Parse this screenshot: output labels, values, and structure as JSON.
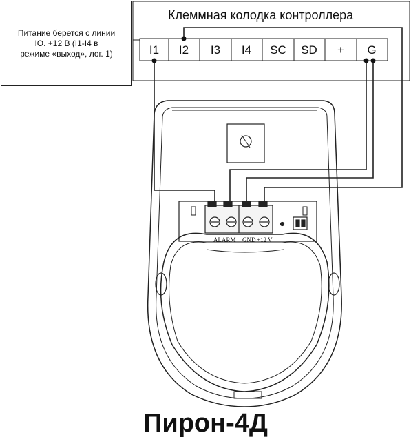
{
  "note": {
    "line1": "Питание берется с линии",
    "line2": "IO. +12 В (I1-I4 в",
    "line3": "режиме «выход», лог. 1)"
  },
  "terminal_block": {
    "title": "Клеммная колодка контроллера",
    "terminals": [
      "I1",
      "I2",
      "I3",
      "I4",
      "SC",
      "SD",
      "+",
      "G"
    ]
  },
  "device": {
    "labels": {
      "alarm": "ALARM",
      "gnd": "GND",
      "v12": "+12 V"
    },
    "name": "Пирон-4Д"
  }
}
